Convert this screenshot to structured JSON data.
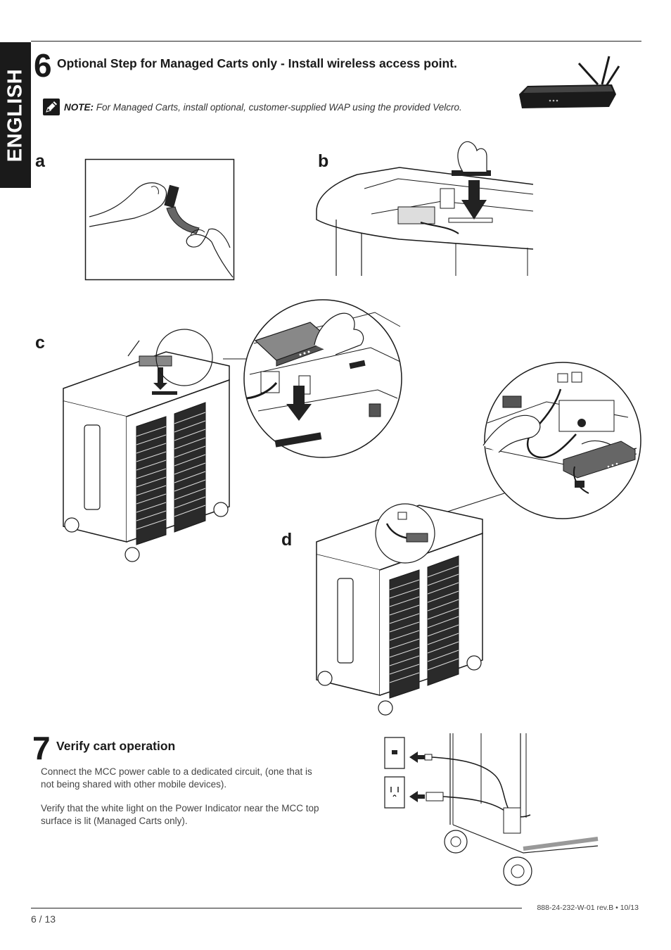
{
  "language_tab": "ENGLISH",
  "step6": {
    "number": "6",
    "title": "Optional Step for Managed Carts only - Install wireless access point.",
    "note_label": "NOTE:",
    "note_text": "For Managed Carts, install optional, customer-supplied WAP using the provided Velcro."
  },
  "panels": {
    "a": "a",
    "b": "b",
    "c": "c",
    "d": "d"
  },
  "step7": {
    "number": "7",
    "title": "Verify cart operation",
    "paragraph1": "Connect the MCC power cable to a dedicated circuit, (one that is not being shared with other mobile devices).",
    "paragraph2": "Verify that the white light on the Power Indicator near the MCC top surface is lit (Managed Carts only)."
  },
  "footer": {
    "page": "6 / 13",
    "doc_code": "888-24-232-W-01 rev.B • 10/13"
  },
  "icons": [
    "note-pencil-icon",
    "wireless-access-point-icon"
  ],
  "colors": {
    "tab_bg": "#1a1a1a",
    "ink": "#1a1a1a",
    "text_gray": "#444444"
  }
}
